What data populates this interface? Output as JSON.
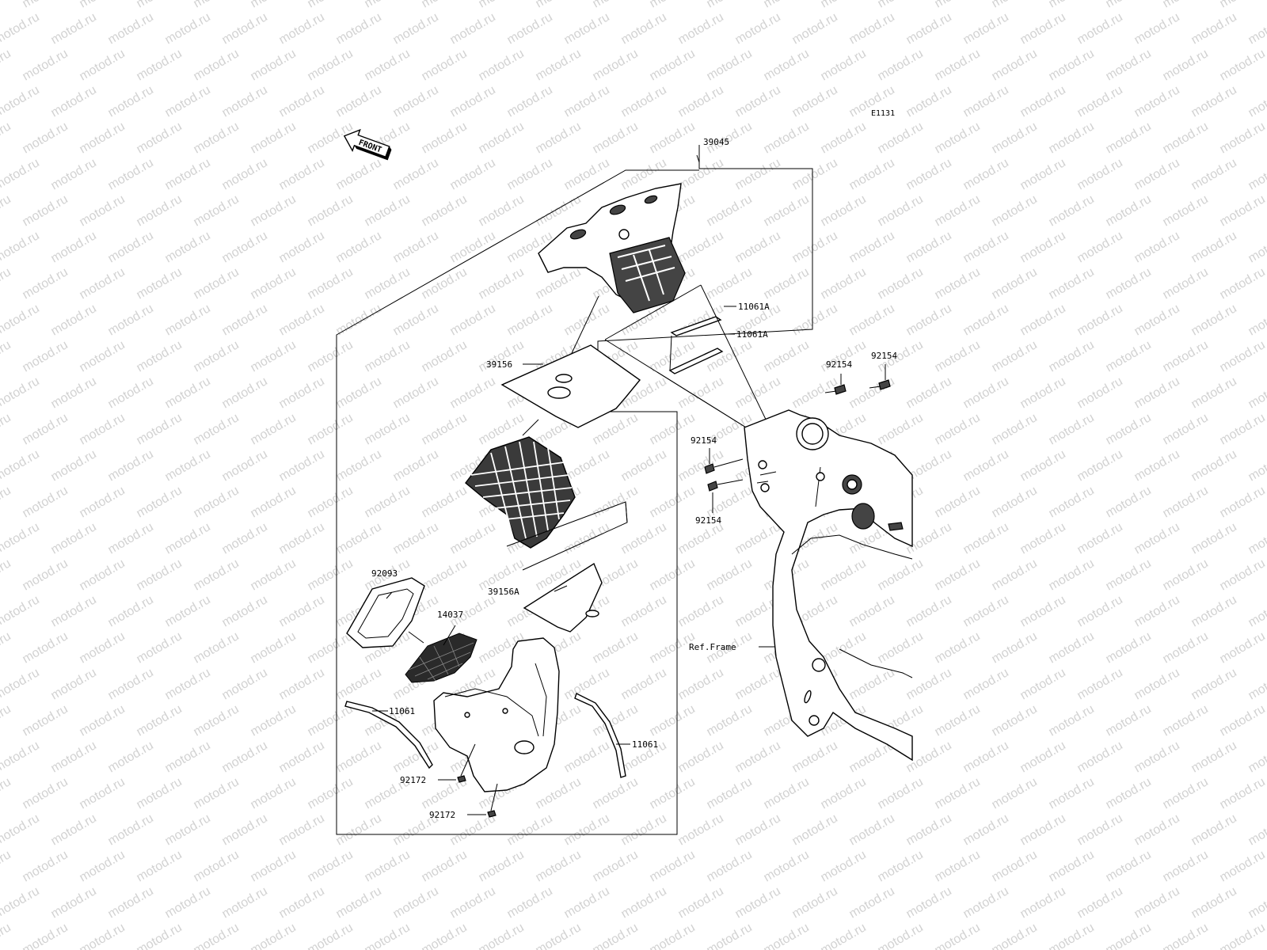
{
  "diagram": {
    "code": "E1131",
    "front_label": "FRONT",
    "watermark": "motod.ru",
    "labels": {
      "p39045": "39045",
      "p11061A_1": "11061A",
      "p11061A_2": "11061A",
      "p39156": "39156",
      "p92154_a": "92154",
      "p92154_b": "92154",
      "p92154_c": "92154",
      "p92154_d": "92154",
      "p92093": "92093",
      "p14037": "14037",
      "p39156A": "39156A",
      "ref_frame": "Ref.Frame",
      "p11061_left": "11061",
      "p11061_right": "11061",
      "p92172_a": "92172",
      "p92172_b": "92172"
    }
  }
}
